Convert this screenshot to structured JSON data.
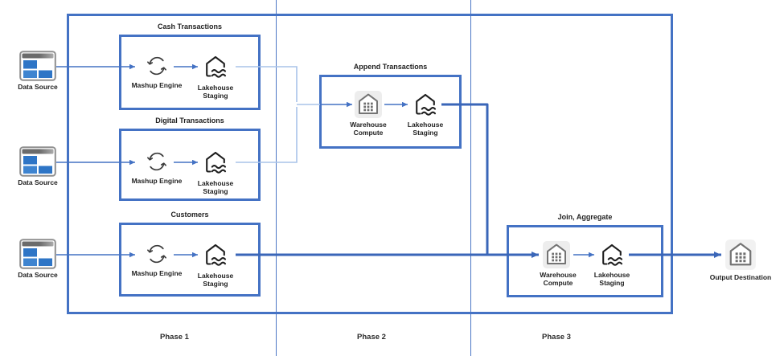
{
  "colors": {
    "accent": "#4472C4",
    "flow_dark": "#3A66B8",
    "flow_light": "#A9C3E9",
    "divider": "#4C77C5",
    "icon_stroke": "#6E6E6E",
    "icon_dark": "#1F1F1F",
    "icon_bg": "#EDEDED",
    "source_blue": "#2E75C6",
    "source_blue_light": "#3E84D0",
    "text": "#1F1F1F"
  },
  "phases": [
    {
      "label": "Phase 1"
    },
    {
      "label": "Phase 2"
    },
    {
      "label": "Phase 3"
    }
  ],
  "sources": [
    {
      "label": "Data Source"
    },
    {
      "label": "Data Source"
    },
    {
      "label": "Data Source"
    }
  ],
  "groups": [
    {
      "title": "Cash Transactions",
      "engine": "Mashup Engine",
      "staging": "Lakehouse Staging"
    },
    {
      "title": "Digital Transactions",
      "engine": "Mashup Engine",
      "staging": "Lakehouse Staging"
    },
    {
      "title": "Customers",
      "engine": "Mashup Engine",
      "staging": "Lakehouse Staging"
    },
    {
      "title": "Append Transactions",
      "engine": "Warehouse Compute",
      "staging": "Lakehouse Staging"
    },
    {
      "title": "Join, Aggregate",
      "engine": "Warehouse Compute",
      "staging": "Lakehouse Staging"
    }
  ],
  "output": {
    "label": "Output Destination"
  }
}
